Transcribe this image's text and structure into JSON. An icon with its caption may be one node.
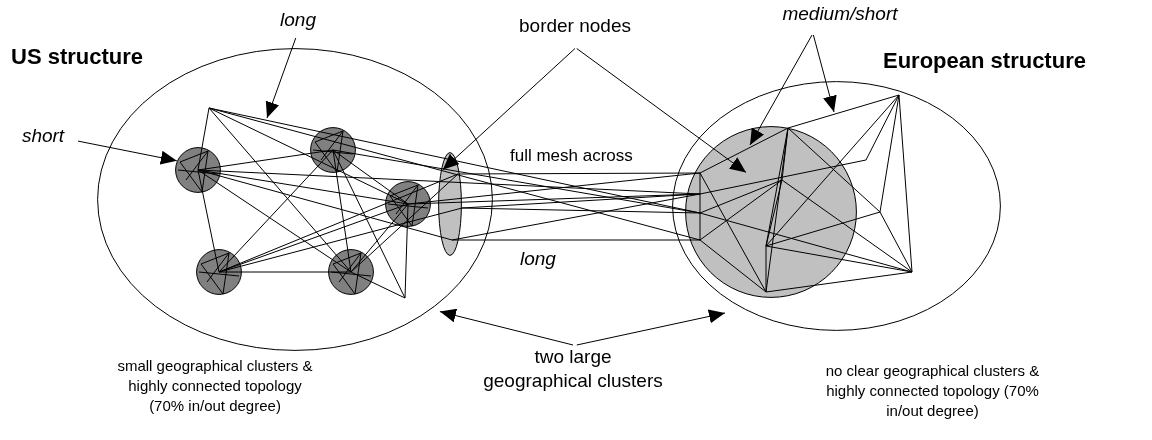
{
  "diagram": {
    "nodes": [
      {
        "text": [
          "US structure"
        ],
        "beside": [
          "small geographical clusters & highly connected topology (70% in/out degree)"
        ]
      },
      {
        "text": [
          "European structure"
        ],
        "beside": [
          "no clear geographical clusters & highly connected topology (70% in/out degree)"
        ]
      },
      {
        "text": [],
        "shape": "circle",
        "in": 0
      },
      {
        "text": [],
        "shape": "circle",
        "in": 0
      },
      {
        "text": [],
        "shape": "circle",
        "in": 0
      },
      {
        "text": [],
        "shape": "circle",
        "in": 0
      },
      {
        "text": [],
        "shape": "circle",
        "in": 0
      },
      {
        "text": [],
        "shape": "ellipse",
        "in": 0
      },
      {
        "text": [],
        "shape": "circle",
        "in": 1
      },
      {
        "text": [
          "long"
        ]
      },
      {
        "text": [
          "short"
        ]
      },
      {
        "text": [
          "border nodes"
        ]
      },
      {
        "text": [
          "medium/short"
        ]
      },
      {
        "text": [
          "two large geographical clusters"
        ]
      }
    ],
    "edges": [
      {
        "from": 9,
        "to": null,
        "arrow": "to"
      },
      {
        "from": 10,
        "to": 2,
        "arrow": "to"
      },
      {
        "from": 11,
        "to": 7,
        "arrow": "to"
      },
      {
        "from": 11,
        "to": 8,
        "arrow": "to"
      },
      {
        "from": 12,
        "to": null,
        "arrow": "to"
      },
      {
        "from": 12,
        "to": 8,
        "arrow": "to"
      },
      {
        "from": 13,
        "to": 0,
        "arrow": "to"
      },
      {
        "from": 13,
        "to": 1,
        "arrow": "to"
      }
    ],
    "labels": [
      "full mesh across",
      "long"
    ]
  }
}
